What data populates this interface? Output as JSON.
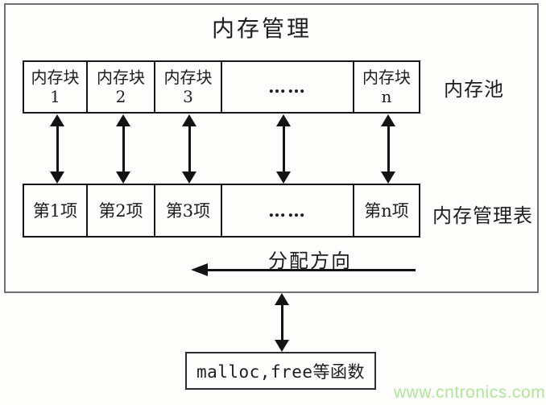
{
  "diagram": {
    "title": "内存管理",
    "memory_pool": {
      "label": "内存池",
      "cells": [
        {
          "title": "内存块",
          "sub": "1"
        },
        {
          "title": "内存块",
          "sub": "2"
        },
        {
          "title": "内存块",
          "sub": "3"
        },
        {
          "title": "……",
          "sub": ""
        },
        {
          "title": "内存块",
          "sub": "n"
        }
      ]
    },
    "management_table": {
      "label": "内存管理表",
      "cells": [
        "第1项",
        "第2项",
        "第3项",
        "……",
        "第n项"
      ]
    },
    "allocation_direction_label": "分配方向",
    "functions_box_label": "malloc,free等函数",
    "watermark": {
      "text": "www.cntronics.com",
      "color": "#b0e59a"
    }
  }
}
